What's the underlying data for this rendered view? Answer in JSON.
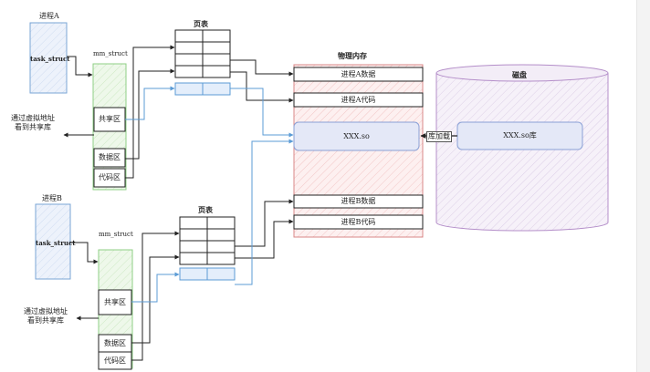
{
  "process_a": {
    "title": "进程A",
    "task_struct": "task_struct",
    "mm_struct": "mm_struct",
    "shared": "共享区",
    "data": "数据区",
    "code": "代码区",
    "note_line1": "通过虚拟地址",
    "note_line2": "看到共享库"
  },
  "process_b": {
    "title": "进程B",
    "task_struct": "task_struct",
    "mm_struct": "mm_struct",
    "shared": "共享区",
    "data": "数据区",
    "code": "代码区",
    "note_line1": "通过虚拟地址",
    "note_line2": "看到共享库"
  },
  "page_table_a": {
    "title": "页表"
  },
  "page_table_b": {
    "title": "页表"
  },
  "memory": {
    "title": "物理内存",
    "a_data": "进程A数据",
    "a_code": "进程A代码",
    "so": "XXX.so",
    "b_data": "进程B数据",
    "b_code": "进程B代码"
  },
  "disk": {
    "title": "磁盘",
    "so": "XXX.so库"
  },
  "load_label": "库加载",
  "colors": {
    "task_fill": "#e8effa",
    "task_border": "#7aa6d6",
    "vm_fill": "#e9f5e4",
    "vm_border": "#8fcf86",
    "mem_fill": "#fbe6e6",
    "mem_border": "#d98787",
    "disk_fill": "#f1ebf5",
    "disk_border": "#b48ec9",
    "so_fill": "#e4e8f7",
    "so_border": "#8aa0d6",
    "blue_line": "#5b9bd5",
    "black_line": "#222222"
  }
}
